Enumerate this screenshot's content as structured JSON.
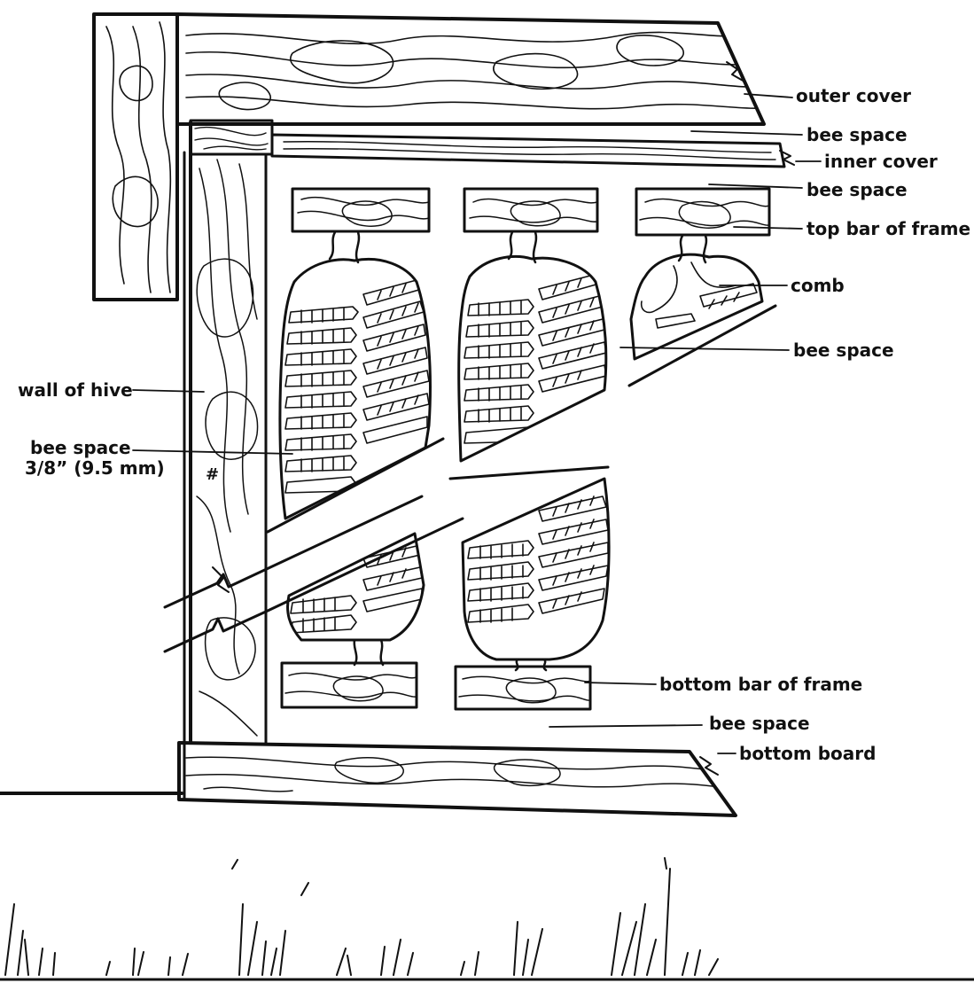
{
  "labels": {
    "outer_cover": "outer cover",
    "bee_space_top": "bee space",
    "inner_cover": "inner cover",
    "bee_space_below_inner": "bee space",
    "top_bar_of_frame": "top bar of frame",
    "comb": "comb",
    "bee_space_between_frames": "bee space",
    "wall_of_hive": "wall of hive",
    "bee_space_side_line1": "bee space",
    "bee_space_side_line2": "3/8” (9.5 mm)",
    "bottom_bar_of_frame": "bottom bar of frame",
    "bee_space_bottom": "bee space",
    "bottom_board": "bottom board",
    "wall_mark": "#"
  },
  "colors": {
    "ink": "#111111",
    "paper": "#ffffff"
  }
}
